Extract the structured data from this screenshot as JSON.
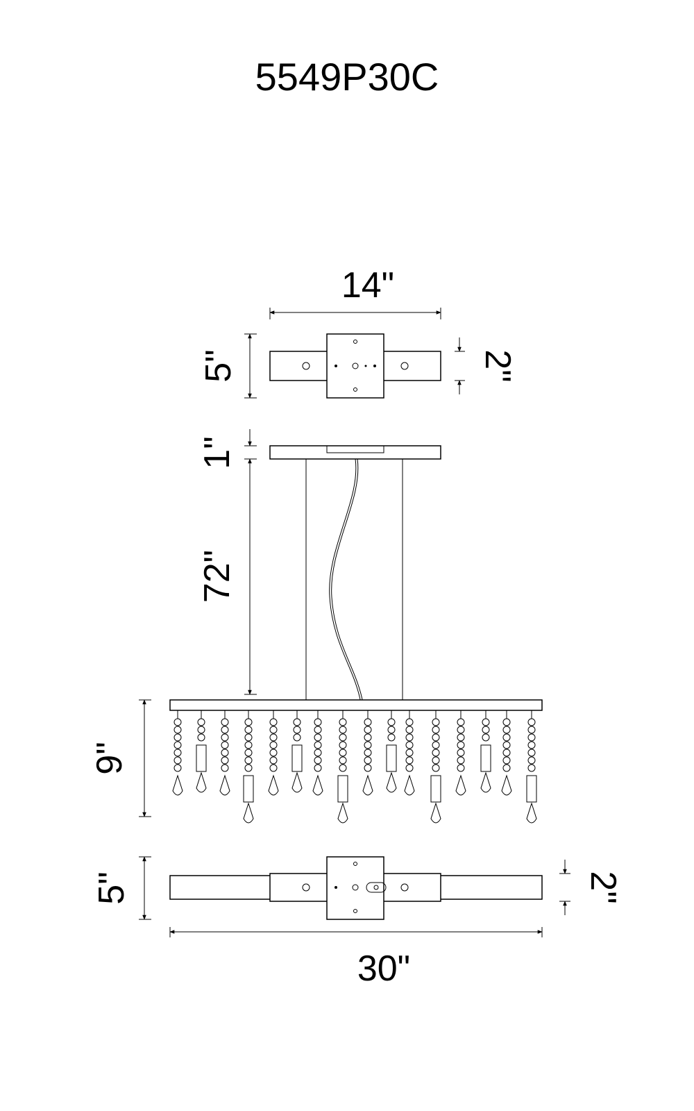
{
  "model": "5549P30C",
  "dimensions": {
    "top_canopy_width": "14\"",
    "top_canopy_depth": "5\"",
    "top_arm_height": "2\"",
    "canopy_thickness": "1\"",
    "rod_length": "72\"",
    "crystal_height": "9\"",
    "bottom_depth": "5\"",
    "bottom_arm_height": "2\"",
    "overall_width": "30\""
  },
  "colors": {
    "line": "#000000",
    "background": "#ffffff"
  }
}
